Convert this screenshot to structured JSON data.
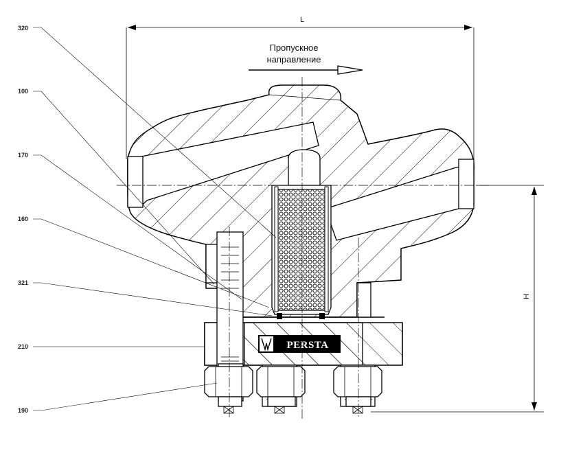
{
  "drawing": {
    "flow_direction_line1": "Пропускное",
    "flow_direction_line2": "направление",
    "dimension_length": "L",
    "dimension_height": "H",
    "logo": "PERSTA"
  },
  "part_labels": [
    "320",
    "100",
    "170",
    "160",
    "321",
    "210",
    "190"
  ],
  "colors": {
    "ink": "#000000",
    "background": "#ffffff"
  }
}
